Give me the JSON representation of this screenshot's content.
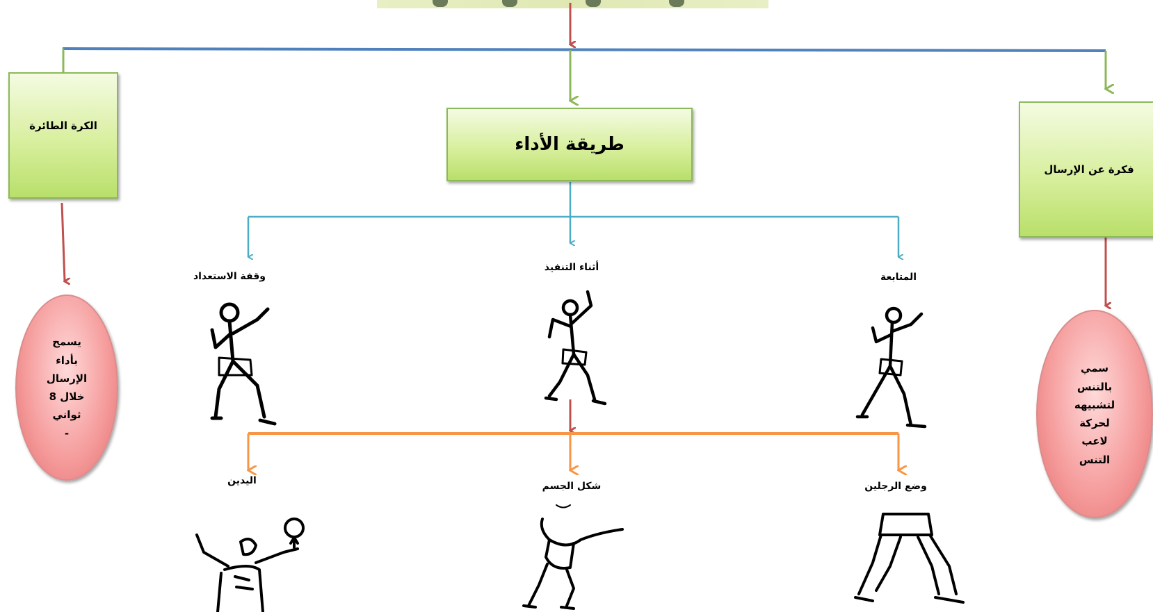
{
  "center_box": {
    "title": "طريقة الأداء"
  },
  "left_box": {
    "title": "الكرة الطائرة"
  },
  "right_box": {
    "title": "فكرة عن الإرسال"
  },
  "left_oval": {
    "lines": [
      "يسمح",
      "بأداء",
      "الإرسال",
      "خلال 8",
      "ثواني",
      "-"
    ]
  },
  "right_oval": {
    "lines": [
      "سمي",
      "بالتنس",
      "لتشبيهه",
      "لحركة",
      "لاعب",
      "التنس"
    ]
  },
  "phases": {
    "preparation": "وقفة الاستعداد",
    "execution": "أثناء التنفيذ",
    "follow_through": "المتابعة"
  },
  "details": {
    "hands": "اليدين",
    "body_shape": "شكل الجسم",
    "legs_position": "وضع الرجلين"
  },
  "colors": {
    "blue_line": "#4f81bd",
    "green_arrow": "#8db85a",
    "red_arrow": "#c0504d",
    "cyan_line": "#4bacc6",
    "orange_line": "#f79646"
  }
}
